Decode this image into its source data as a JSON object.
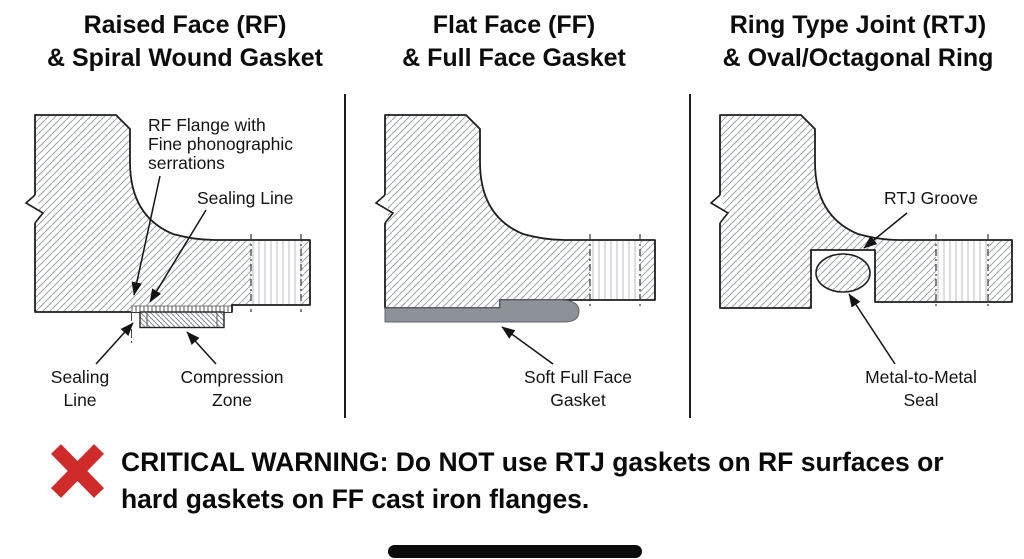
{
  "panels": [
    {
      "title_line1": "Raised Face (RF)",
      "title_line2": "& Spiral Wound Gasket",
      "annotations": {
        "flange_note": [
          "RF Flange with",
          "Fine phonographic",
          "serrations"
        ],
        "sealing_line_upper": "Sealing Line",
        "sealing_line_lower": [
          "Sealing",
          "Line"
        ],
        "compression_zone": [
          "Compression",
          "Zone"
        ]
      }
    },
    {
      "title_line1": "Flat Face (FF)",
      "title_line2": "& Full Face Gasket",
      "annotations": {
        "gasket_label": [
          "Soft Full Face",
          "Gasket"
        ]
      }
    },
    {
      "title_line1": "Ring Type Joint (RTJ)",
      "title_line2": "& Oval/Octagonal Ring",
      "annotations": {
        "groove_label": "RTJ Groove",
        "seal_label": [
          "Metal-to-Metal",
          "Seal"
        ]
      }
    }
  ],
  "warning": {
    "line1": "CRITICAL WARNING: Do NOT use RTJ gaskets on RF surfaces or",
    "line2": "hard gaskets on FF cast iron flanges."
  },
  "colors": {
    "warning_x": "#d02b2b",
    "gasket_gray": "#8d9298",
    "ink": "#141414"
  }
}
